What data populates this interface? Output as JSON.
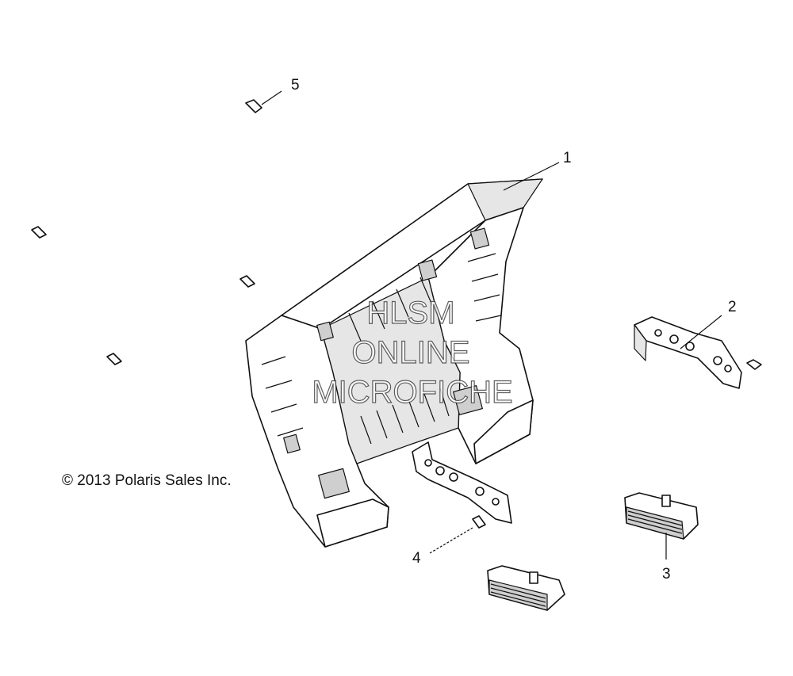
{
  "diagram": {
    "copyright": "© 2013 Polaris Sales Inc.",
    "watermark_lines": [
      "HLSM",
      "ONLINE",
      "MICROFICHE"
    ],
    "callouts": [
      {
        "id": "1",
        "label": "1"
      },
      {
        "id": "2",
        "label": "2"
      },
      {
        "id": "3",
        "label": "3"
      },
      {
        "id": "4",
        "label": "4"
      },
      {
        "id": "5",
        "label": "5"
      }
    ]
  }
}
